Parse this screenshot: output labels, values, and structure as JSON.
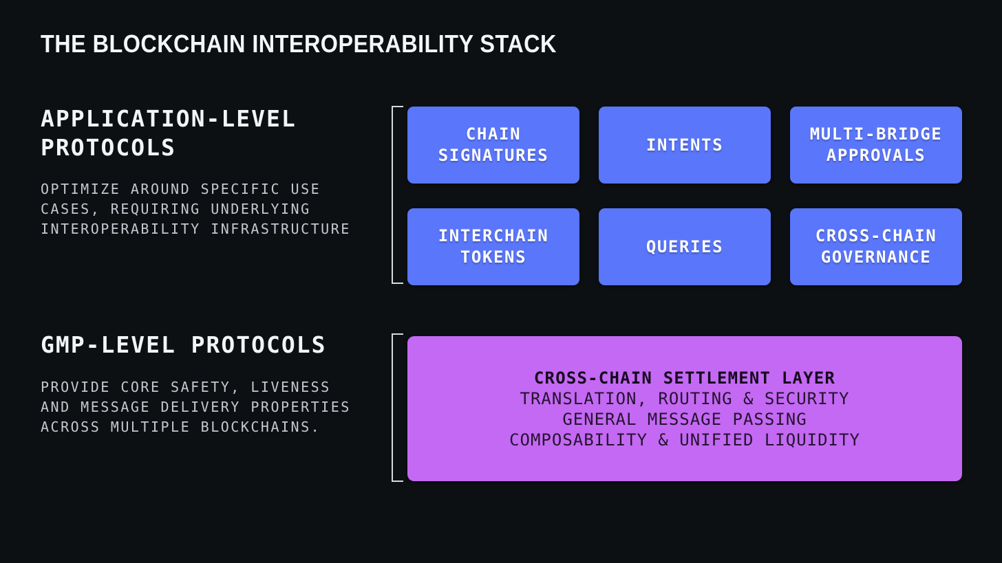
{
  "title": "THE BLOCKCHAIN INTEROPERABILITY STACK",
  "colors": {
    "background": "#0d1013",
    "protocol_box_blue": "#5a76fa",
    "settlement_box_purple": "#c469f3",
    "bracket_gray": "#d9dbdf",
    "heading_white": "#f2f4f6",
    "body_gray": "#c5c9d0",
    "settlement_text_dark": "#241330"
  },
  "sections": [
    {
      "heading": "APPLICATION-LEVEL PROTOCOLS",
      "description": "OPTIMIZE AROUND SPECIFIC USE CASES, REQUIRING UNDERLYING INTEROPERABILITY INFRASTRUCTURE",
      "boxes": [
        "CHAIN SIGNATURES",
        "INTENTS",
        "MULTI-BRIDGE APPROVALS",
        "INTERCHAIN TOKENS",
        "QUERIES",
        "CROSS-CHAIN GOVERNANCE"
      ]
    },
    {
      "heading": "GMP-LEVEL PROTOCOLS",
      "description": "PROVIDE CORE SAFETY, LIVENESS AND MESSAGE DELIVERY PROPERTIES ACROSS MULTIPLE BLOCKCHAINS.",
      "settlement": {
        "title": "CROSS-CHAIN SETTLEMENT LAYER",
        "lines": [
          "TRANSLATION, ROUTING & SECURITY",
          "GENERAL MESSAGE PASSING",
          "COMPOSABILITY & UNIFIED LIQUIDITY"
        ]
      }
    }
  ]
}
